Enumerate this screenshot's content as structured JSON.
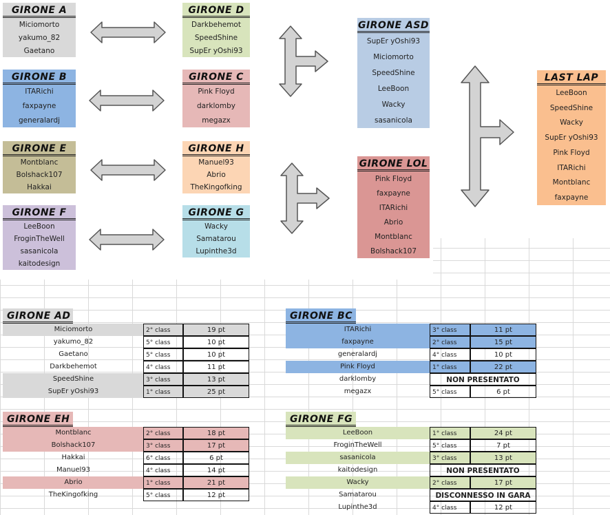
{
  "colors": {
    "gray": "#d9d9d9",
    "blue": "#8db4e2",
    "olive": "#c4bd97",
    "purple": "#ccc0da",
    "green": "#d8e4bc",
    "pink": "#e6b8b7",
    "peach": "#fcd5b4",
    "cyan": "#b7dee8",
    "lightblue": "#b8cce4",
    "red": "#da9694",
    "orange": "#fabf8f"
  },
  "groups": {
    "a": {
      "title": "GIRONE A",
      "players": [
        "Miciomorto",
        "yakumo_82",
        "Gaetano"
      ]
    },
    "b": {
      "title": "GIRONE B",
      "players": [
        "ITARichi",
        "faxpayne",
        "generalardj"
      ]
    },
    "e": {
      "title": "GIRONE E",
      "players": [
        "Montblanc",
        "Bolshack107",
        "Hakkai"
      ]
    },
    "f": {
      "title": "GIRONE F",
      "players": [
        "LeeBoon",
        "FroginTheWell",
        "sasanicola",
        "kaitodesign"
      ]
    },
    "d": {
      "title": "GIRONE D",
      "players": [
        "Darkbehemot",
        "SpeedShine",
        "SupEr yOshi93"
      ]
    },
    "c": {
      "title": "GIRONE C",
      "players": [
        "Pink Floyd",
        "darklomby",
        "megazx"
      ]
    },
    "h": {
      "title": "GIRONE H",
      "players": [
        "Manuel93",
        "Abrio",
        "TheKingofking"
      ]
    },
    "g": {
      "title": "GIRONE G",
      "players": [
        "Wacky",
        "Samatarou",
        "Lupinthe3d"
      ]
    },
    "asd": {
      "title": "GIRONE ASD",
      "players": [
        "SupEr yOshi93",
        "Miciomorto",
        "SpeedShine",
        "LeeBoon",
        "Wacky",
        "sasanicola"
      ]
    },
    "lol": {
      "title": "GIRONE LOL",
      "players": [
        "Pink Floyd",
        "faxpayne",
        "ITARichi",
        "Abrio",
        "Montblanc",
        "Bolshack107"
      ]
    },
    "last": {
      "title": "LAST LAP",
      "players": [
        "LeeBoon",
        "SpeedShine",
        "Wacky",
        "SupEr yOshi93",
        "Pink Floyd",
        "ITARichi",
        "Montblanc",
        "faxpayne"
      ]
    }
  },
  "tables": {
    "ad": {
      "title": "GIRONE AD",
      "rows": [
        {
          "name": "Miciomorto",
          "cls": "2° class",
          "pts": "19 pt",
          "hl": true
        },
        {
          "name": "yakumo_82",
          "cls": "5° class",
          "pts": "10 pt",
          "hl": false
        },
        {
          "name": "Gaetano",
          "cls": "5° class",
          "pts": "10 pt",
          "hl": false
        },
        {
          "name": "Darkbehemot",
          "cls": "4° class",
          "pts": "11 pt",
          "hl": false
        },
        {
          "name": "SpeedShine",
          "cls": "3° class",
          "pts": "13 pt",
          "hl": true
        },
        {
          "name": "SupEr yOshi93",
          "cls": "1° class",
          "pts": "25 pt",
          "hl": true
        }
      ]
    },
    "bc": {
      "title": "GIRONE BC",
      "rows": [
        {
          "name": "ITARichi",
          "cls": "3° class",
          "pts": "11 pt",
          "hl": true
        },
        {
          "name": "faxpayne",
          "cls": "2° class",
          "pts": "15 pt",
          "hl": true
        },
        {
          "name": "generalardj",
          "cls": "4° class",
          "pts": "10 pt",
          "hl": false
        },
        {
          "name": "Pink Floyd",
          "cls": "1° class",
          "pts": "22 pt",
          "hl": true
        },
        {
          "name": "darklomby",
          "note": "NON PRESENTATO",
          "hl": false
        },
        {
          "name": "megazx",
          "cls": "5° class",
          "pts": "6 pt",
          "hl": false
        }
      ]
    },
    "eh": {
      "title": "GIRONE EH",
      "rows": [
        {
          "name": "Montblanc",
          "cls": "2° class",
          "pts": "18 pt",
          "hl": true
        },
        {
          "name": "Bolshack107",
          "cls": "3° class",
          "pts": "17 pt",
          "hl": true
        },
        {
          "name": "Hakkai",
          "cls": "6° class",
          "pts": "6 pt",
          "hl": false
        },
        {
          "name": "Manuel93",
          "cls": "4° class",
          "pts": "14 pt",
          "hl": false
        },
        {
          "name": "Abrio",
          "cls": "1° class",
          "pts": "21 pt",
          "hl": true
        },
        {
          "name": "TheKingofking",
          "cls": "5° class",
          "pts": "12 pt",
          "hl": false
        }
      ]
    },
    "fg": {
      "title": "GIRONE FG",
      "rows": [
        {
          "name": "LeeBoon",
          "cls": "1° class",
          "pts": "24 pt",
          "hl": true
        },
        {
          "name": "FroginTheWell",
          "cls": "5° class",
          "pts": "7 pt",
          "hl": false
        },
        {
          "name": "sasanicola",
          "cls": "3° class",
          "pts": "13 pt",
          "hl": true
        },
        {
          "name": "kaitodesign",
          "note": "NON PRESENTATO",
          "hl": false
        },
        {
          "name": "Wacky",
          "cls": "2° class",
          "pts": "17 pt",
          "hl": true
        },
        {
          "name": "Samatarou",
          "note": "DISCONNESSO IN GARA",
          "hl": false
        },
        {
          "name": "Lupinthe3d",
          "cls": "4° class",
          "pts": "12 pt",
          "hl": false
        }
      ]
    }
  }
}
